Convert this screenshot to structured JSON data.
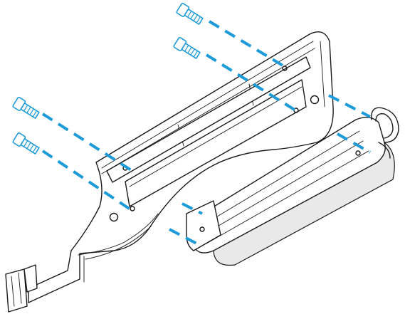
{
  "colors": {
    "accent": "#1d9bd8",
    "outline": "#1a1a1a",
    "background": "#ffffff",
    "shade": "#e9e9e9"
  },
  "parts": {
    "screws": [
      {
        "id": "screw-top",
        "icon": "screw-icon"
      },
      {
        "id": "screw-upper",
        "icon": "screw-icon"
      },
      {
        "id": "screw-left-upper",
        "icon": "screw-icon"
      },
      {
        "id": "screw-left-lower",
        "icon": "screw-icon"
      }
    ],
    "assembly": [
      "mounting-bracket",
      "drive-carrier",
      "release-handle"
    ]
  }
}
